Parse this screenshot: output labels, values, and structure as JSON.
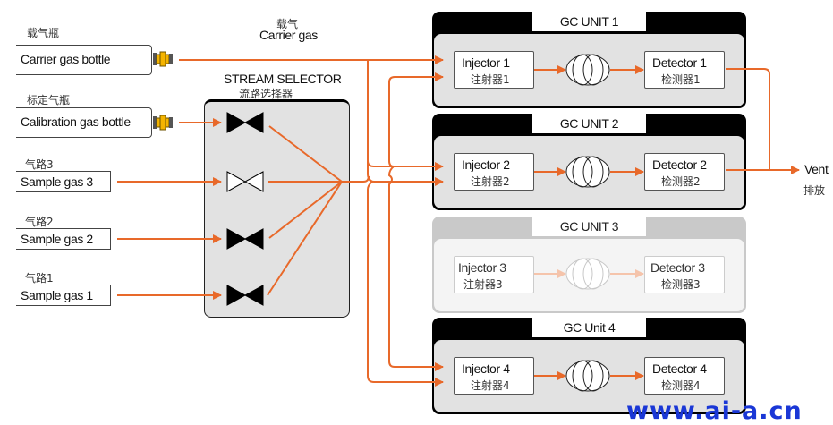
{
  "colors": {
    "flow": "#e8692a",
    "flow_dim": "#f5c4ab",
    "unit_active": "#000000",
    "unit_inactive": "#c9c9c9",
    "panel": "#e2e2e2",
    "watermark": "#1a37d6"
  },
  "sources": {
    "carrier": {
      "label_cn": "载气瓶",
      "label_en": "Carrier gas bottle"
    },
    "calibration": {
      "label_cn": "标定气瓶",
      "label_en": "Calibration gas bottle"
    },
    "sample3": {
      "label_cn": "气路3",
      "label_en": "Sample gas 3"
    },
    "sample2": {
      "label_cn": "气路2",
      "label_en": "Sample gas 2"
    },
    "sample1": {
      "label_cn": "气路1",
      "label_en": "Sample gas 1"
    }
  },
  "carrier_line": {
    "label_cn": "载气",
    "label_en": "Carrier gas"
  },
  "stream_selector": {
    "title_en": "STREAM SELECTOR",
    "title_cn": "流路选择器",
    "valves": [
      {
        "source": "calibration",
        "state": "closed"
      },
      {
        "source": "sample3",
        "state": "open"
      },
      {
        "source": "sample2",
        "state": "closed"
      },
      {
        "source": "sample1",
        "state": "closed"
      }
    ]
  },
  "gc_units": [
    {
      "title": "GC UNIT 1",
      "active": true,
      "injector_en": "Injector 1",
      "injector_cn": "注射器1",
      "detector_en": "Detector 1",
      "detector_cn": "检测器1"
    },
    {
      "title": "GC UNIT 2",
      "active": true,
      "injector_en": "Injector 2",
      "injector_cn": "注射器2",
      "detector_en": "Detector 2",
      "detector_cn": "检测器2"
    },
    {
      "title": "GC UNIT 3",
      "active": false,
      "injector_en": "Injector 3",
      "injector_cn": "注射器3",
      "detector_en": "Detector 3",
      "detector_cn": "检测器3"
    },
    {
      "title": "GC Unit 4",
      "active": true,
      "injector_en": "Injector 4",
      "injector_cn": "注射器4",
      "detector_en": "Detector 4",
      "detector_cn": "检测器4"
    }
  ],
  "vent": {
    "label_en": "Vent",
    "label_cn": "排放"
  },
  "watermark": "www.ai-a.cn"
}
